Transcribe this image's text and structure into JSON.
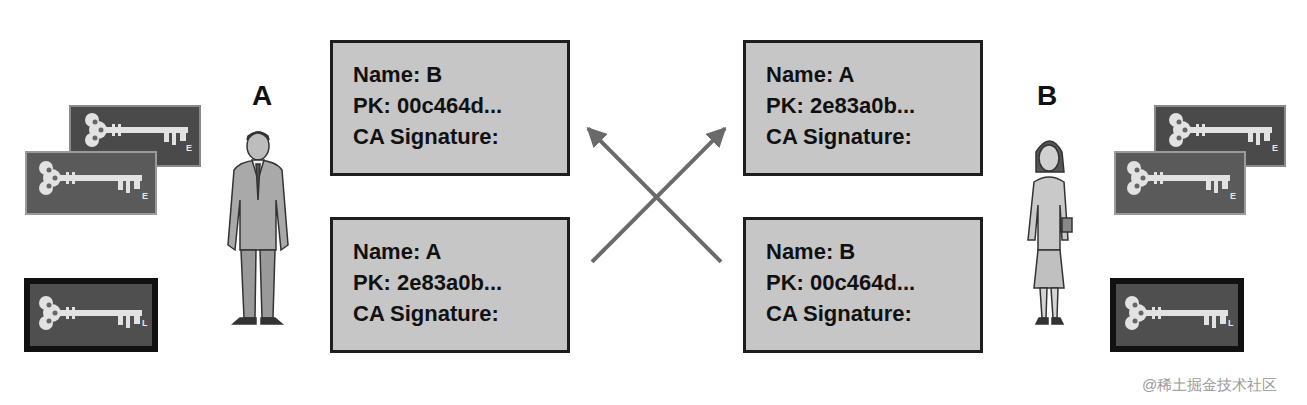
{
  "diagram": {
    "nodes": [
      {
        "text": [
          "Name: B",
          "PK: 00c464d...",
          "CA Signature:"
        ]
      },
      {
        "text": [
          "Name: A",
          "PK: 2e83a0b...",
          "CA Signature:"
        ]
      },
      {
        "text": [
          "Name: A",
          "PK: 2e83a0b...",
          "CA Signature:"
        ]
      },
      {
        "text": [
          "Name: B",
          "PK: 00c464d...",
          "CA Signature:"
        ]
      }
    ],
    "edges": [
      {
        "from": 2,
        "to": 1,
        "arrow": "to"
      },
      {
        "from": 3,
        "to": 0,
        "arrow": "to"
      }
    ],
    "labels": [
      "E",
      "E",
      "L",
      "A",
      "B",
      "E",
      "E",
      "L",
      "@稀土掘金技术社区"
    ]
  }
}
